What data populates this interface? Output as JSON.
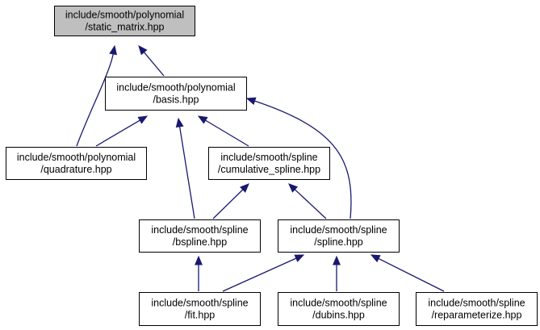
{
  "diagram": {
    "nodes": [
      {
        "id": "static_matrix",
        "lines": [
          "include/smooth/polynomial",
          "/static_matrix.hpp"
        ],
        "focus": true
      },
      {
        "id": "basis",
        "lines": [
          "include/smooth/polynomial",
          "/basis.hpp"
        ]
      },
      {
        "id": "quadrature",
        "lines": [
          "include/smooth/polynomial",
          "/quadrature.hpp"
        ]
      },
      {
        "id": "cumulative_spline",
        "lines": [
          "include/smooth/spline",
          "/cumulative_spline.hpp"
        ]
      },
      {
        "id": "bspline",
        "lines": [
          "include/smooth/spline",
          "/bspline.hpp"
        ]
      },
      {
        "id": "spline",
        "lines": [
          "include/smooth/spline",
          "/spline.hpp"
        ]
      },
      {
        "id": "fit",
        "lines": [
          "include/smooth/spline",
          "/fit.hpp"
        ]
      },
      {
        "id": "dubins",
        "lines": [
          "include/smooth/spline",
          "/dubins.hpp"
        ]
      },
      {
        "id": "reparameterize",
        "lines": [
          "include/smooth/spline",
          "/reparameterize.hpp"
        ]
      }
    ],
    "edges": [
      {
        "from": "basis",
        "to": "static_matrix"
      },
      {
        "from": "quadrature",
        "to": "static_matrix"
      },
      {
        "from": "quadrature",
        "to": "basis"
      },
      {
        "from": "cumulative_spline",
        "to": "basis"
      },
      {
        "from": "bspline",
        "to": "basis"
      },
      {
        "from": "spline",
        "to": "basis"
      },
      {
        "from": "bspline",
        "to": "cumulative_spline"
      },
      {
        "from": "spline",
        "to": "cumulative_spline"
      },
      {
        "from": "fit",
        "to": "bspline"
      },
      {
        "from": "fit",
        "to": "spline"
      },
      {
        "from": "dubins",
        "to": "spline"
      },
      {
        "from": "reparameterize",
        "to": "spline"
      }
    ],
    "colors": {
      "edge": "#191970",
      "focus_fill": "#bfbfbf",
      "node_fill": "#ffffff",
      "node_border": "#000000"
    }
  }
}
